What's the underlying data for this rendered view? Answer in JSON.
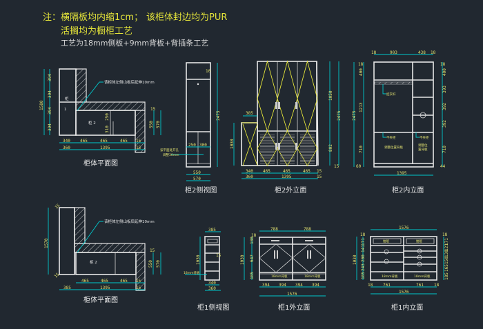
{
  "notes": {
    "line1_a": "注：横隔板均内缩1cm；",
    "line1_b": "该柜体封边均为PUR",
    "line2": "活搁均为橱柜工艺",
    "line3": "工艺为18mm侧板+9mm背板+背插条工艺"
  },
  "colors": {
    "background": "#212830",
    "lines": "#e6e6e6",
    "dimension": "#00c8cc",
    "door_pattern": "#e4e43a",
    "dimension_text": "#e0e070"
  },
  "plan_top": {
    "title": "柜体平面图",
    "leader": "该柜体左侧山板后延伸10mm",
    "label_cab1_a": "柜",
    "label_cab1_b": "1",
    "label_cab2": "柜  2",
    "height_total": "1580",
    "heights": [
      "394",
      "394",
      "394",
      "394"
    ],
    "inner_dims": [
      "250",
      "310"
    ],
    "row1": [
      "340",
      "465",
      "465",
      "465",
      "15"
    ],
    "row2": [
      "360",
      "1395",
      "15"
    ],
    "right": [
      "15",
      "550",
      "570"
    ]
  },
  "cab2_side": {
    "title": "柜2侧视图",
    "height": "2475",
    "top_gap": "10",
    "inner": [
      "250",
      "300"
    ],
    "bottom": [
      "550",
      "570"
    ],
    "note_a": "该平面处开孔",
    "note_b": "调整30mm"
  },
  "cab2_front": {
    "title": "柜2外立面",
    "left_width": "385",
    "left_height": "1030",
    "right_upper": "1050",
    "right_lower": "802",
    "right_base": "15",
    "height": "2475",
    "row1": [
      "340",
      "465",
      "465",
      "465",
      "15"
    ],
    "row2": [
      "360",
      "1395",
      "15"
    ]
  },
  "cab2_inside": {
    "title": "柜2内立面",
    "top": [
      "18",
      "903",
      "438",
      "18"
    ],
    "left_total": "2475",
    "left": [
      "18",
      "400",
      "1213",
      "710",
      "60"
    ],
    "right": [
      "18",
      "400",
      "393",
      "392",
      "392",
      "710",
      "44"
    ],
    "bottom": "1395",
    "label_rod": "挂衣杆",
    "label_div_a": "不夹柜",
    "label_div_b": "不夹柜",
    "label_adj_a": "调整位置背板",
    "label_adj_b1": "调整位",
    "label_adj_b2": "置背板"
  },
  "plan_bottom": {
    "title": "柜体平面图",
    "leader": "该柜体左侧山板后延伸10mm",
    "label_cab2": "柜  2",
    "height_total": "1570",
    "corner_a": "15",
    "corner_b": "15",
    "row1": [
      "465",
      "465",
      "465",
      "15"
    ],
    "row2": [
      "385",
      "1395",
      "15"
    ],
    "right": [
      "15",
      "550",
      "570"
    ]
  },
  "cab1_side": {
    "title": "柜1侧视图",
    "top": "385",
    "height": "1030",
    "bottom": [
      "340",
      "360"
    ],
    "back_label": "18mm背板",
    "mark": "15"
  },
  "cab1_front": {
    "title": "柜1外立面",
    "top": [
      "788",
      "788"
    ],
    "height": "1030",
    "left": [
      "18",
      "180",
      "647",
      "185"
    ],
    "bottom": [
      "394",
      "394",
      "394",
      "394"
    ],
    "total": "1576",
    "drawer_label_a": "18mm背板",
    "drawer_label_b": "18mm背板"
  },
  "cab1_inside": {
    "title": "柜1内立面",
    "top": "1576",
    "height": "1030",
    "left": [
      "18",
      "171",
      "141",
      "200",
      "243",
      "185"
    ],
    "right": [
      "18",
      "171",
      "121",
      "130",
      "150",
      "165",
      "185"
    ],
    "bottom": [
      "18",
      "761",
      "761",
      "18"
    ],
    "total": "1576",
    "drawer_a": "抽屉",
    "drawer_b": "抽屉",
    "base_a": "18mm背板",
    "base_b": "18mm背板"
  }
}
